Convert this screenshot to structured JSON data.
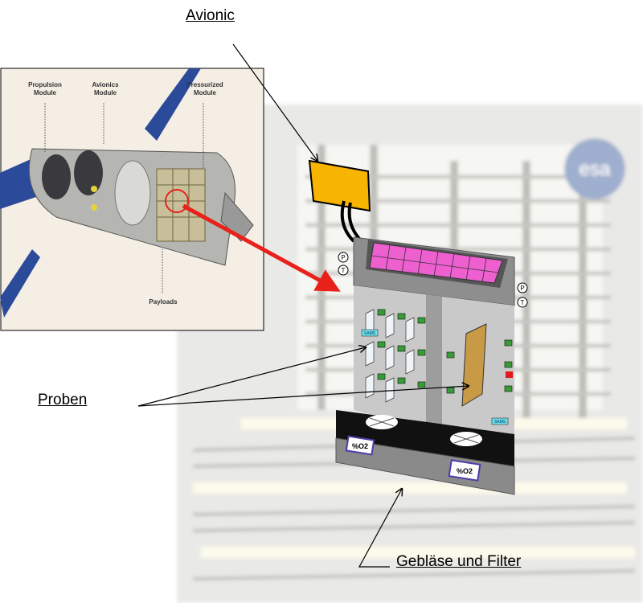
{
  "labels": {
    "avionic": "Avionic",
    "proben": "Proben",
    "geblaese": "Gebläse und Filter"
  },
  "inset": {
    "propulsion": [
      "Propulsion",
      "Module"
    ],
    "avionics": [
      "Avionics",
      "Module"
    ],
    "pressurized": [
      "Pressurized",
      "Module"
    ],
    "payloads": "Payloads"
  },
  "device": {
    "o2_left": "%O2",
    "o2_right": "%O2",
    "sams_label": "SAMS",
    "p": "P",
    "t": "T"
  },
  "background": {
    "logo": "esa"
  },
  "colors": {
    "arrow": "#e8211a",
    "display": "#ee5fd0",
    "avionic_box": "#f7b400",
    "inset_bg": "#f4eee4",
    "panel": "#9a9a9a"
  }
}
